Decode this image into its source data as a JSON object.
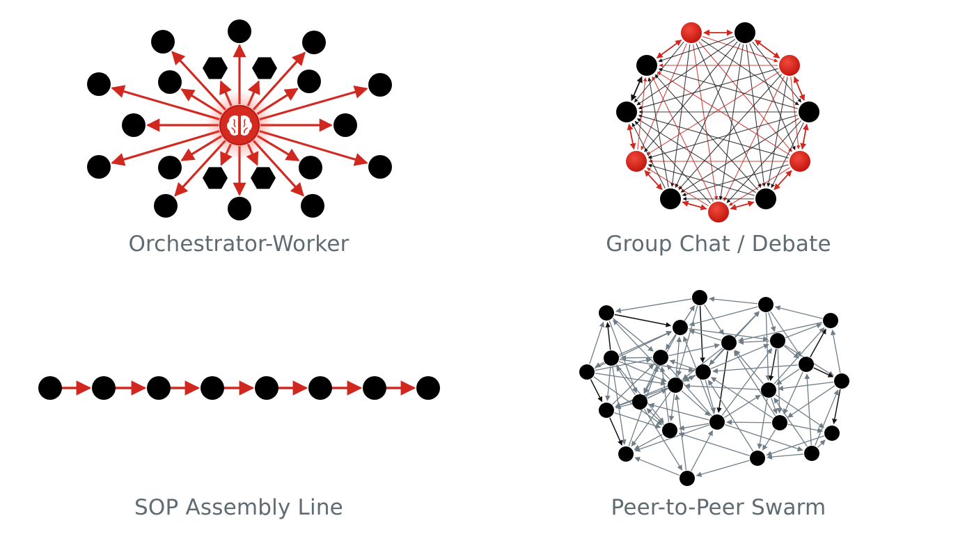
{
  "captions": {
    "orchestrator_worker": "Orchestrator-Worker",
    "group_chat": "Group Chat / Debate",
    "sop": "SOP Assembly Line",
    "swarm": "Peer-to-Peer Swarm"
  },
  "colors": {
    "node": "#000000",
    "accent": "#cc2a22",
    "swarm_edge": "#6f7d87",
    "caption": "#5f6b73"
  },
  "icons": {
    "orchestrator": "brain-icon"
  }
}
